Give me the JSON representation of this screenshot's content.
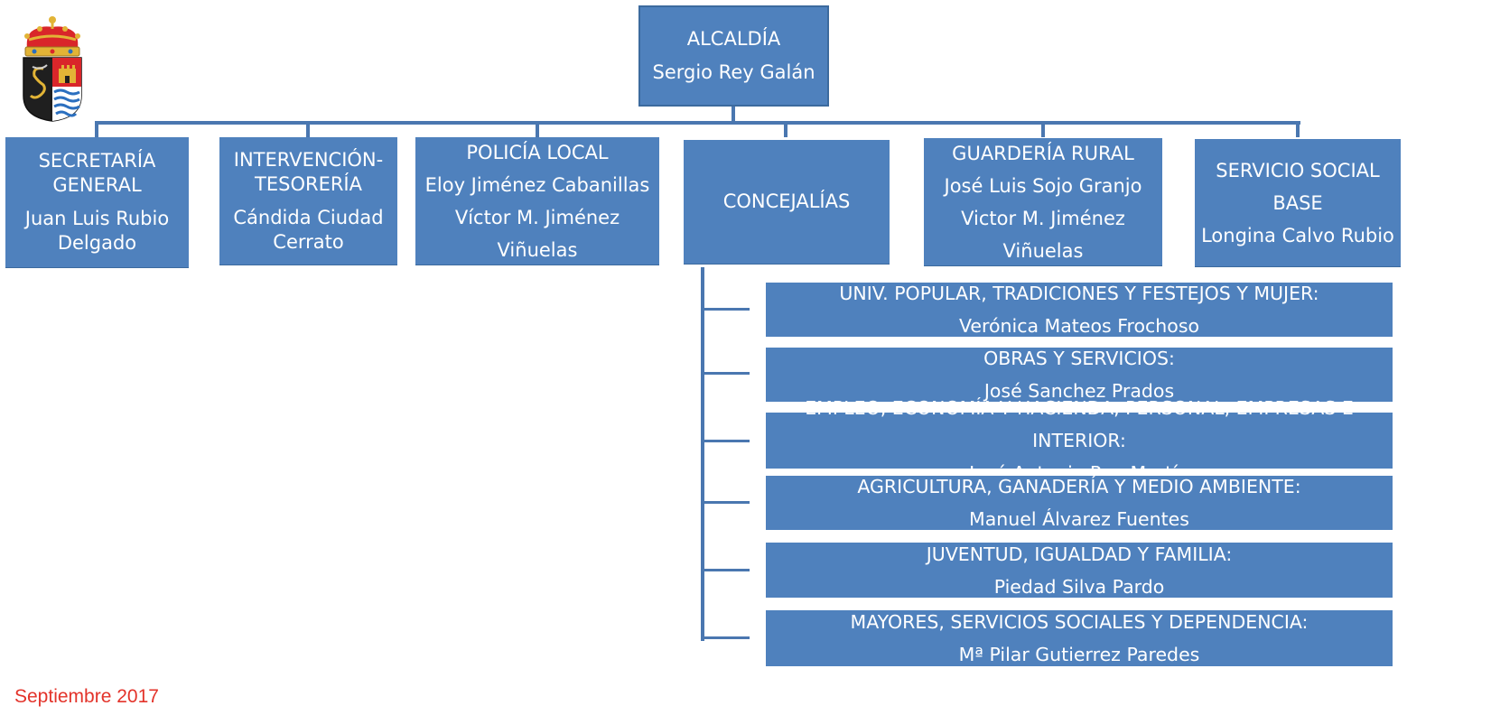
{
  "top": {
    "title": "ALCALDÍA",
    "name": "Sergio Rey Galán"
  },
  "departments": [
    {
      "title": "SECRETARÍA GENERAL",
      "title_l1": "SECRETARÍA",
      "title_l2": "GENERAL",
      "name_l1": "Juan Luis Rubio",
      "name_l2": "Delgado"
    },
    {
      "title": "INTERVENCIÓN-TESORERÍA",
      "title_l1": "INTERVENCIÓN-",
      "title_l2": "TESORERÍA",
      "name_l1": "Cándida Ciudad",
      "name_l2": "Cerrato"
    },
    {
      "title": "POLICÍA LOCAL",
      "person1": "Eloy Jiménez Cabanillas",
      "person2": "Víctor M. Jiménez Viñuelas"
    },
    {
      "title": "CONCEJALÍAS"
    },
    {
      "title": "GUARDERÍA RURAL",
      "person1": "José Luis Sojo Granjo",
      "person2": "Victor M. Jiménez Viñuelas"
    },
    {
      "title": "SERVICIO SOCIAL BASE",
      "person1": "Longina Calvo Rubio"
    }
  ],
  "concejalias": [
    {
      "area": "UNIV. POPULAR, TRADICIONES Y FESTEJOS Y MUJER:",
      "name": "Verónica Mateos Frochoso"
    },
    {
      "area": "OBRAS Y SERVICIOS:",
      "name": "José Sanchez Prados"
    },
    {
      "area": "EMPLEO, ECONOMÍA Y HACIENDA, PERSONAL, EMPRESAS E INTERIOR:",
      "name": "José Antonio Rey Martín"
    },
    {
      "area": "AGRICULTURA, GANADERÍA Y MEDIO AMBIENTE:",
      "name": "Manuel Álvarez Fuentes"
    },
    {
      "area": "JUVENTUD, IGUALDAD Y FAMILIA:",
      "name": "Piedad Silva Pardo"
    },
    {
      "area": "MAYORES, SERVICIOS SOCIALES Y DEPENDENCIA:",
      "name": "Mª Pilar Gutierrez Paredes"
    }
  ],
  "footer": {
    "date": "Septiembre 2017"
  },
  "colors": {
    "box": "#4f81bd",
    "line": "#4a77b0",
    "footer_text": "#e3332a",
    "box_text": "#ffffff"
  },
  "logo": {
    "icon": "municipal-coat-of-arms"
  }
}
